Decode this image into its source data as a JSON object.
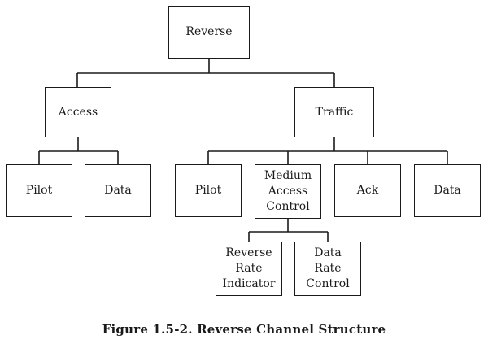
{
  "diagram": {
    "nodes": {
      "reverse": "Reverse",
      "access": "Access",
      "traffic": "Traffic",
      "access_pilot": "Pilot",
      "access_data": "Data",
      "traffic_pilot": "Pilot",
      "traffic_mac": "Medium\nAccess\nControl",
      "traffic_ack": "Ack",
      "traffic_data": "Data",
      "mac_rri": "Reverse\nRate\nIndicator",
      "mac_drc": "Data\nRate\nControl"
    },
    "caption": "Figure 1.5-2. Reverse Channel Structure"
  }
}
